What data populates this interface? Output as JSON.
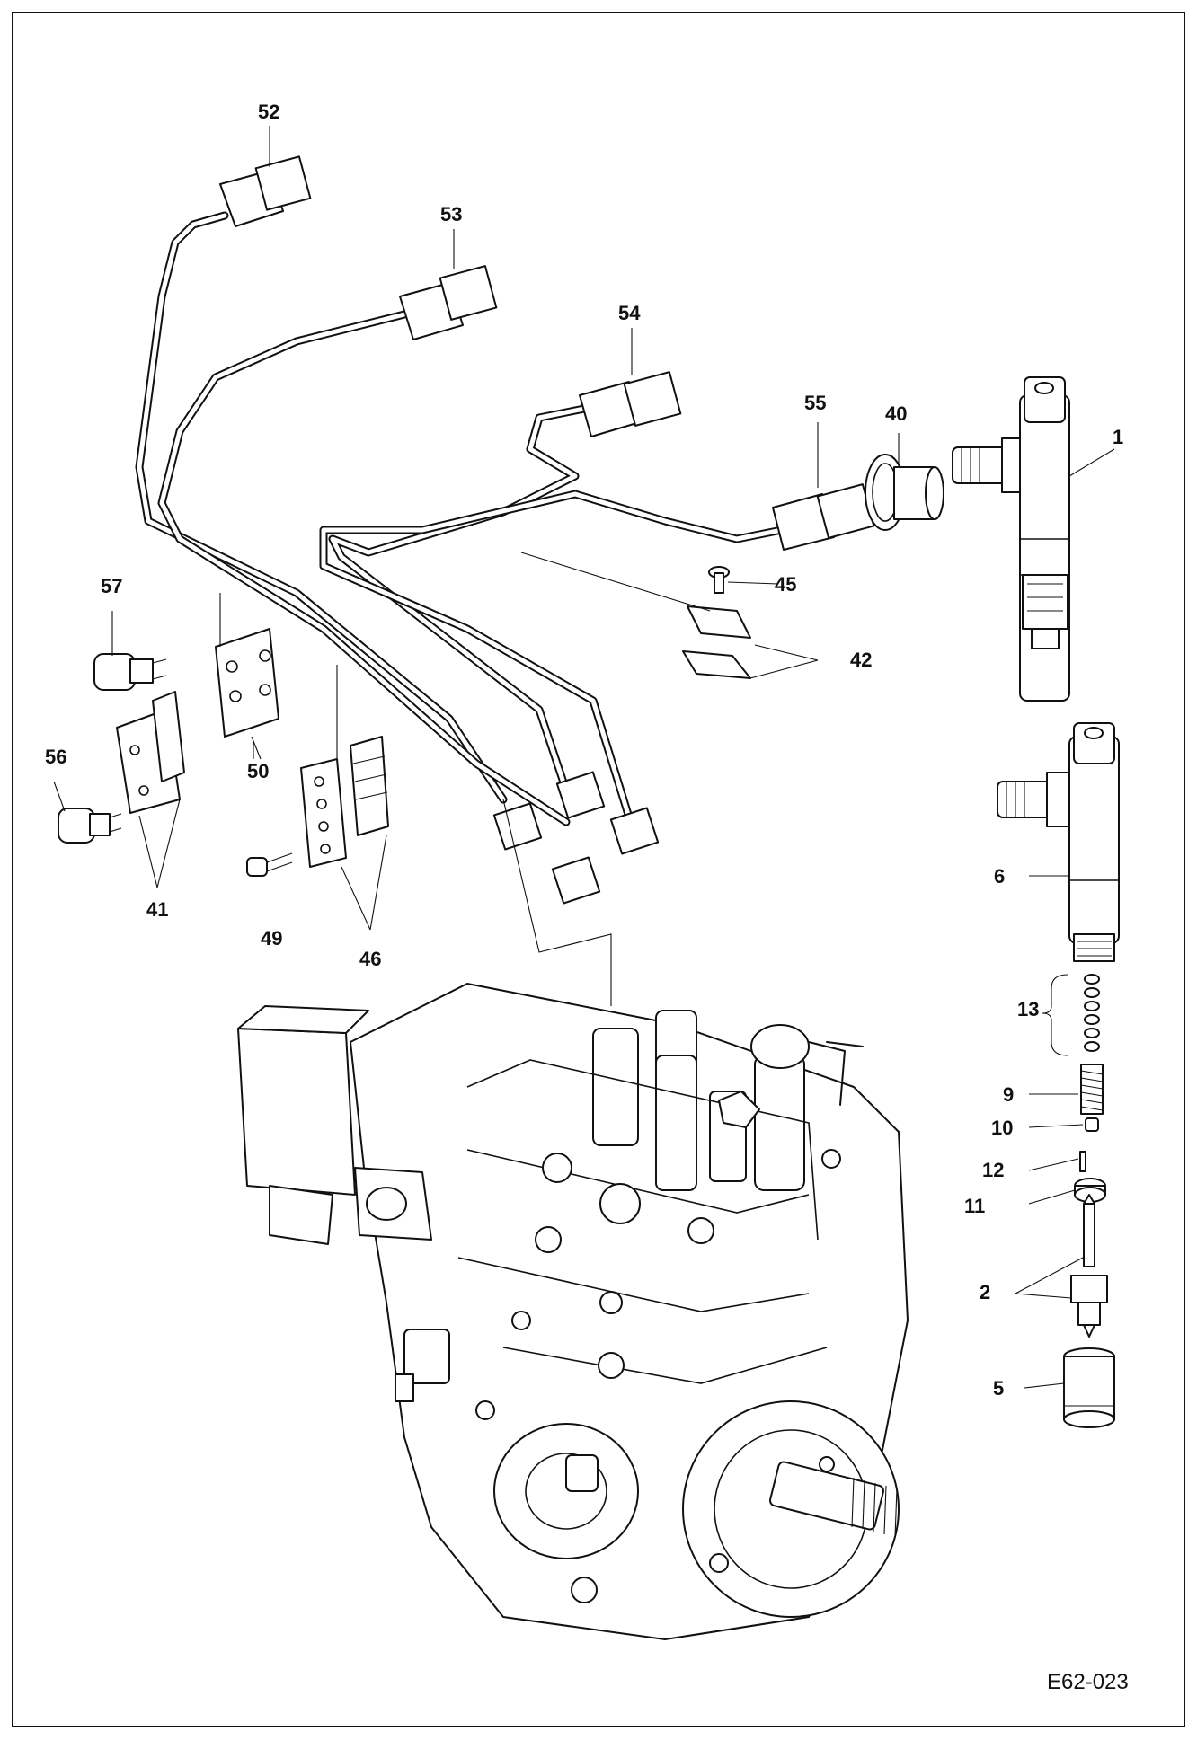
{
  "figure_code": "E62-023",
  "callouts": [
    {
      "id": "c52",
      "label": "52"
    },
    {
      "id": "c53",
      "label": "53"
    },
    {
      "id": "c54",
      "label": "54"
    },
    {
      "id": "c55",
      "label": "55"
    },
    {
      "id": "c40",
      "label": "40"
    },
    {
      "id": "c1",
      "label": "1"
    },
    {
      "id": "c45",
      "label": "45"
    },
    {
      "id": "c42",
      "label": "42"
    },
    {
      "id": "c57",
      "label": "57"
    },
    {
      "id": "c56",
      "label": "56"
    },
    {
      "id": "c50",
      "label": "50"
    },
    {
      "id": "c41",
      "label": "41"
    },
    {
      "id": "c49",
      "label": "49"
    },
    {
      "id": "c46",
      "label": "46"
    },
    {
      "id": "c6",
      "label": "6"
    },
    {
      "id": "c13",
      "label": "13"
    },
    {
      "id": "c9",
      "label": "9"
    },
    {
      "id": "c10",
      "label": "10"
    },
    {
      "id": "c12",
      "label": "12"
    },
    {
      "id": "c11",
      "label": "11"
    },
    {
      "id": "c2",
      "label": "2"
    },
    {
      "id": "c5",
      "label": "5"
    }
  ]
}
